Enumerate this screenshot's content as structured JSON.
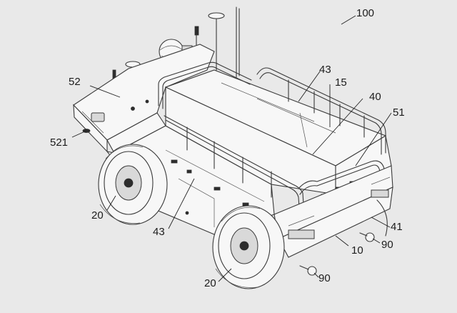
{
  "figure": {
    "reference_numerals": {
      "assembly": "100",
      "cargo_frame_top": "43",
      "cargo_bed": "15",
      "cargo_box": "40",
      "rear_panel": "51",
      "front_panel": "52",
      "front_light": "521",
      "front_wheel": "20",
      "side_frame": "43",
      "rear_bumper": "41",
      "chassis": "10",
      "tow_hook_upper": "90",
      "rear_wheel": "20",
      "tow_hook_lower": "90"
    }
  }
}
